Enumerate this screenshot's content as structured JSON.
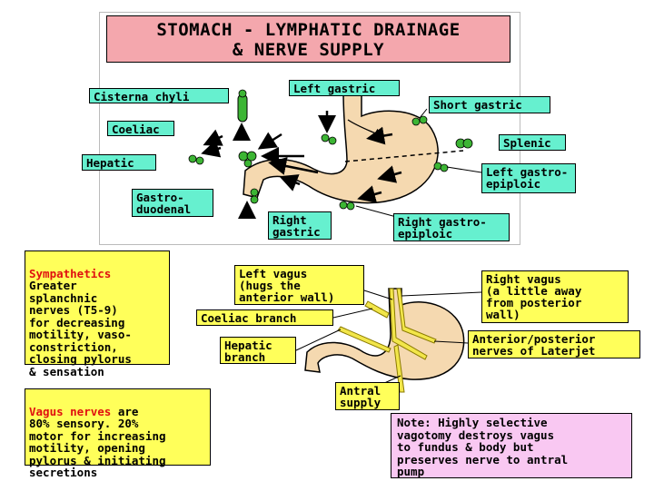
{
  "title": {
    "line1": "STOMACH - LYMPHATIC DRAINAGE",
    "line2": "& NERVE SUPPLY"
  },
  "lymph_labels": {
    "cisterna_chyli": "Cisterna chyli",
    "left_gastric": "Left gastric",
    "short_gastric": "Short gastric",
    "coeliac": "Coeliac",
    "splenic": "Splenic",
    "hepatic": "Hepatic",
    "left_gastroepiploic": "Left gastro-\nepiploic",
    "gastroduodenal": "Gastro-\nduodenal",
    "right_gastric": "Right\ngastric",
    "right_gastroepiploic": "Right gastro-\nepiploic"
  },
  "nerve_labels": {
    "left_vagus": "Left vagus\n(hugs the\nanterior wall)",
    "right_vagus": "Right vagus\n(a little away\nfrom posterior\nwall)",
    "coeliac_branch": "Coeliac branch",
    "hepatic_branch": "Hepatic\nbranch",
    "laterjet": "Anterior/posterior\nnerves of Laterjet",
    "antral_supply": "Antral\nsupply"
  },
  "sympathetics": {
    "heading": "Sympathetics",
    "body": "Greater\nsplanchnic\nnerves (T5-9)\nfor decreasing\nmotility, vaso-\nconstriction,\nclosing pylorus\n& sensation"
  },
  "vagus": {
    "heading": "Vagus nerves",
    "body_first": " are",
    "body_rest": "80% sensory. 20%\nmotor for increasing\nmotility, opening\npylorus & initiating\nsecretions"
  },
  "note": "Note: Highly selective\nvagotomy destroys vagus\nto fundus & body but\npreserves nerve to antral\npump",
  "colors": {
    "title_bg": "#f4a7ad",
    "label_green": "#66f0cf",
    "label_yellow": "#ffff5a",
    "note_pink": "#f9c8f2",
    "stomach": "#f5d9b0",
    "node_green": "#3cb534",
    "nerve_yellow": "#f2e64a",
    "heading_red": "#e01010"
  }
}
